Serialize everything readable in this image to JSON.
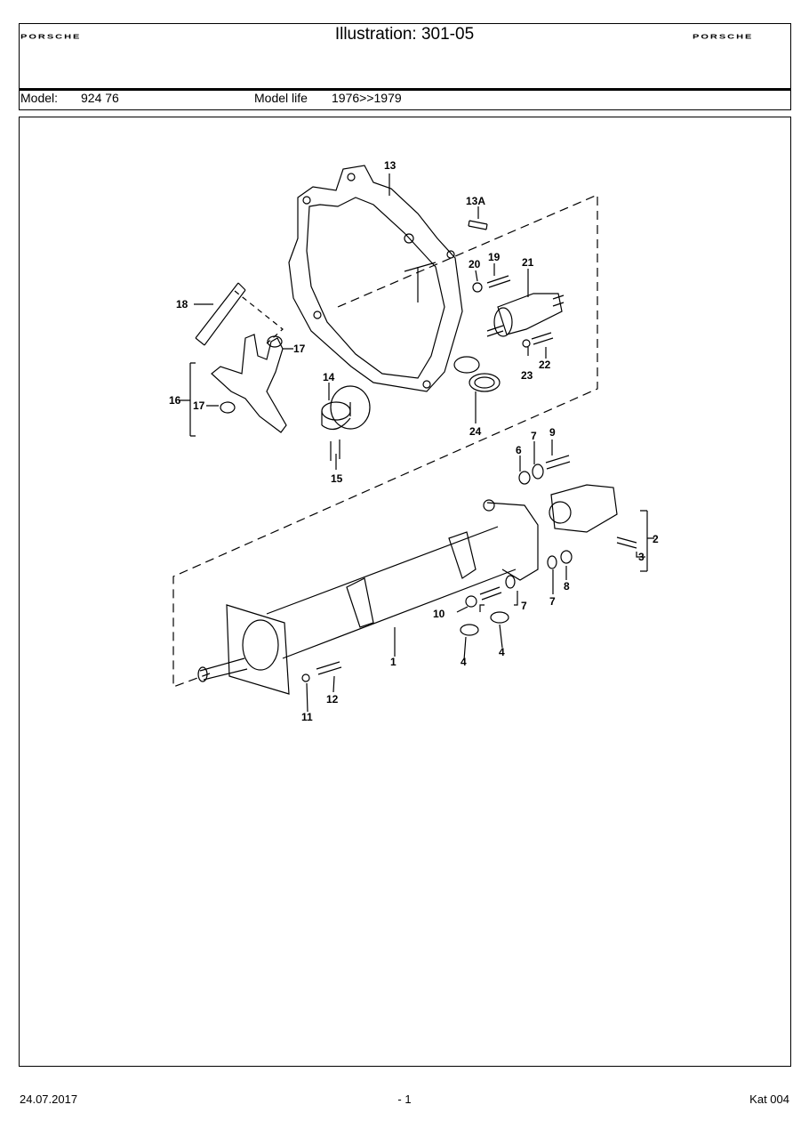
{
  "header": {
    "logo_left": "PORSCHE",
    "logo_right": "PORSCHE",
    "title": "Illustration: 301-05",
    "model_label": "Model:",
    "model_value": "924 76",
    "model_life_label": "Model life",
    "model_life_value": "1976>>1979"
  },
  "callouts": [
    "13",
    "13A",
    "20",
    "19",
    "21",
    "18",
    "17",
    "16",
    "17",
    "14",
    "23",
    "22",
    "24",
    "15",
    "6",
    "7",
    "9",
    "2",
    "3",
    "8",
    "7",
    "7",
    "10",
    "1",
    "4",
    "4",
    "12",
    "11"
  ],
  "footer": {
    "date": "24.07.2017",
    "page": "- 1",
    "catalog": "Kat 004"
  }
}
